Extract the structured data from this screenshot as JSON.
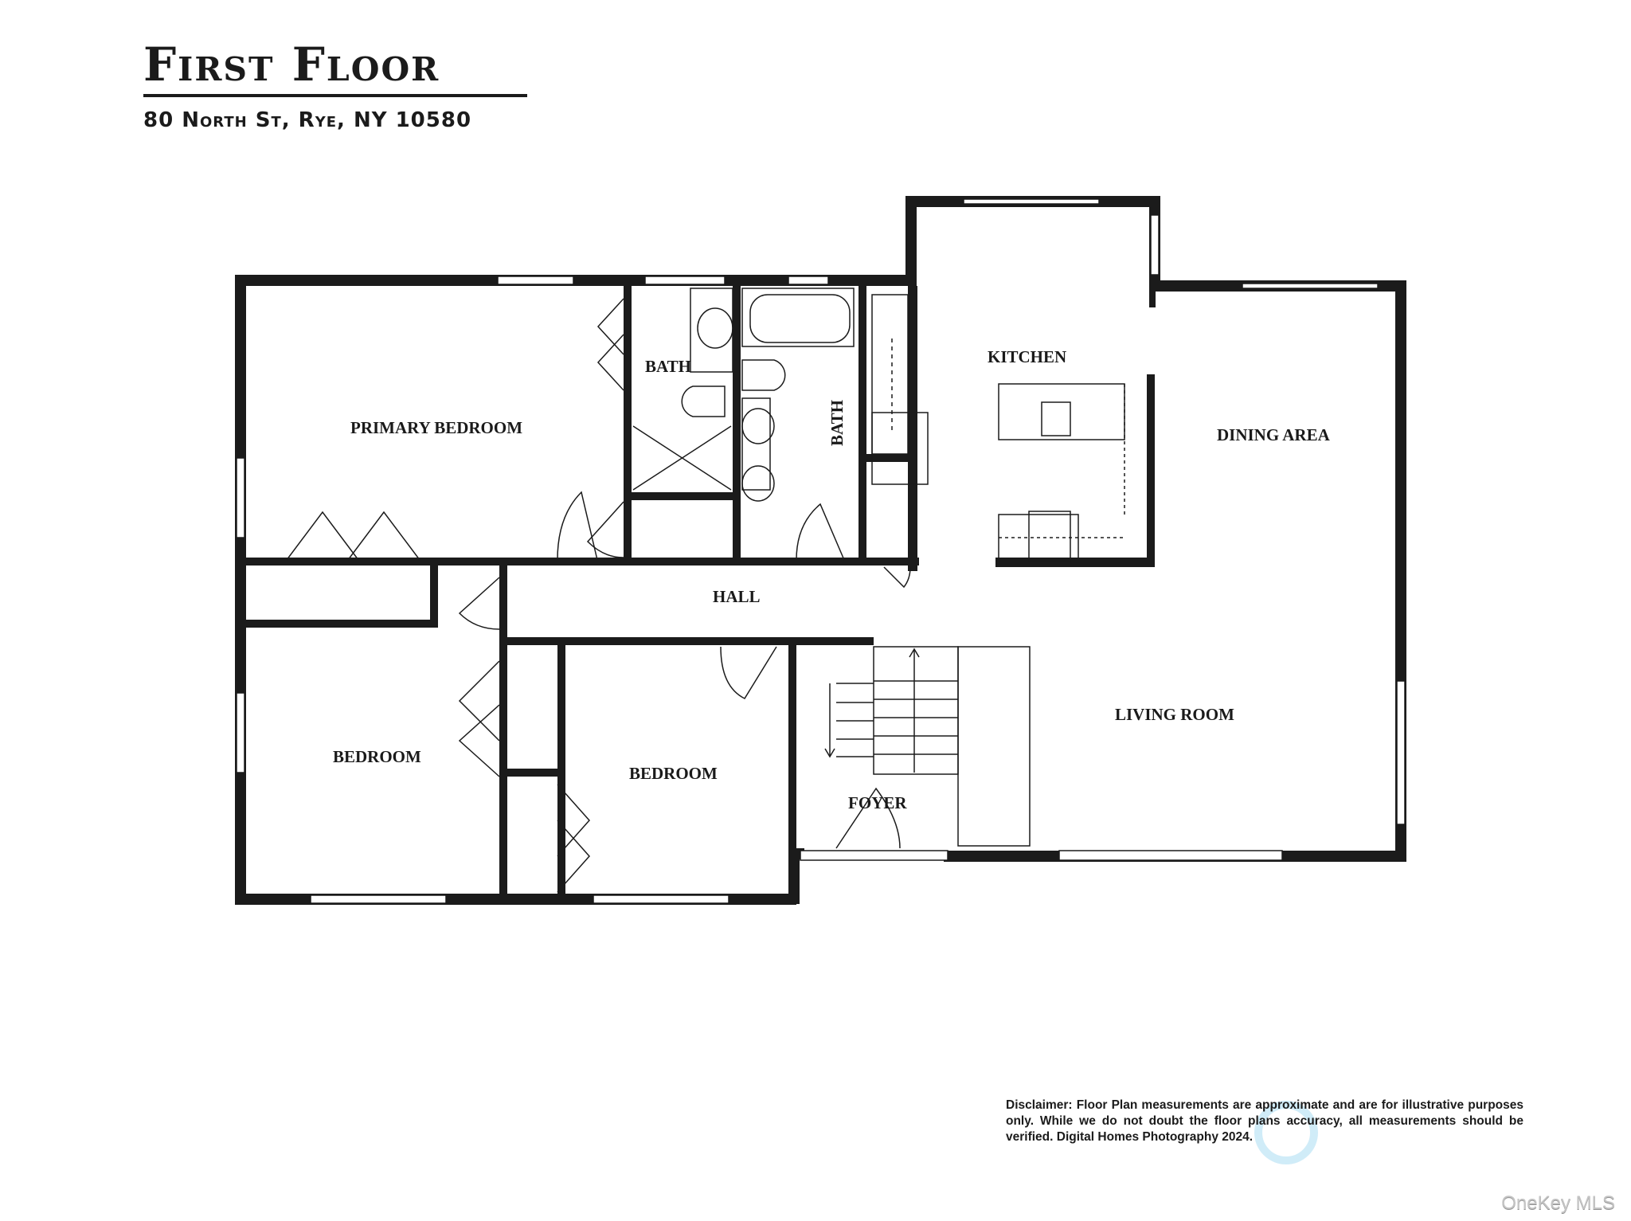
{
  "header": {
    "title": "First Floor",
    "address": "80 North St, Rye, NY 10580"
  },
  "rooms": {
    "primary_bedroom": "PRIMARY BEDROOM",
    "bath_1": "BATH",
    "bath_2": "BATH",
    "kitchen": "KITCHEN",
    "dining_area": "DINING AREA",
    "hall": "HALL",
    "bedroom_1": "BEDROOM",
    "bedroom_2": "BEDROOM",
    "foyer": "FOYER",
    "living_room": "LIVING ROOM"
  },
  "colors": {
    "wall": "#1b1b1b",
    "background": "#ffffff",
    "watermark": "#c4c4c4"
  },
  "footer": {
    "disclaimer": "Disclaimer: Floor Plan measurements are approximate and are for illustrative purposes only. While we do not doubt the floor plans accuracy, all measurements should be verified. Digital Homes Photography 2024.",
    "watermark": "OneKey MLS"
  }
}
